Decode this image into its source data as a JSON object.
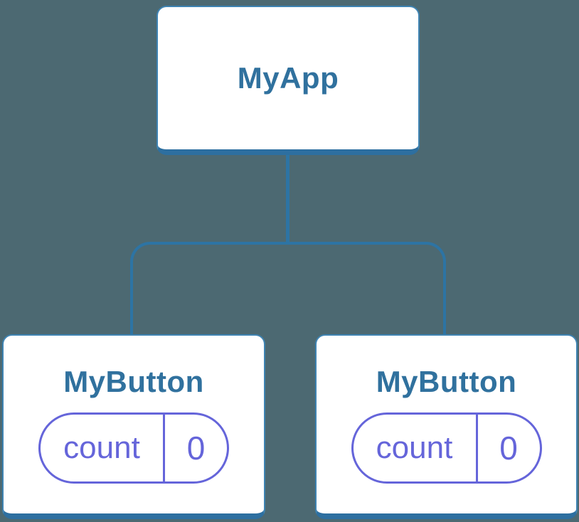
{
  "diagram": {
    "description": "React component tree diagram",
    "root": {
      "label": "MyApp"
    },
    "children": [
      {
        "label": "MyButton",
        "state": {
          "key": "count",
          "value": "0"
        }
      },
      {
        "label": "MyButton",
        "state": {
          "key": "count",
          "value": "0"
        }
      }
    ]
  },
  "colors": {
    "background": "#4C6972",
    "card_background": "#FFFFFF",
    "card_border": "#3E83B2",
    "card_border_bottom": "#2D6FA0",
    "title_text": "#30719E",
    "connector_line": "#2D74A4",
    "state_pill": "#6565DA"
  }
}
